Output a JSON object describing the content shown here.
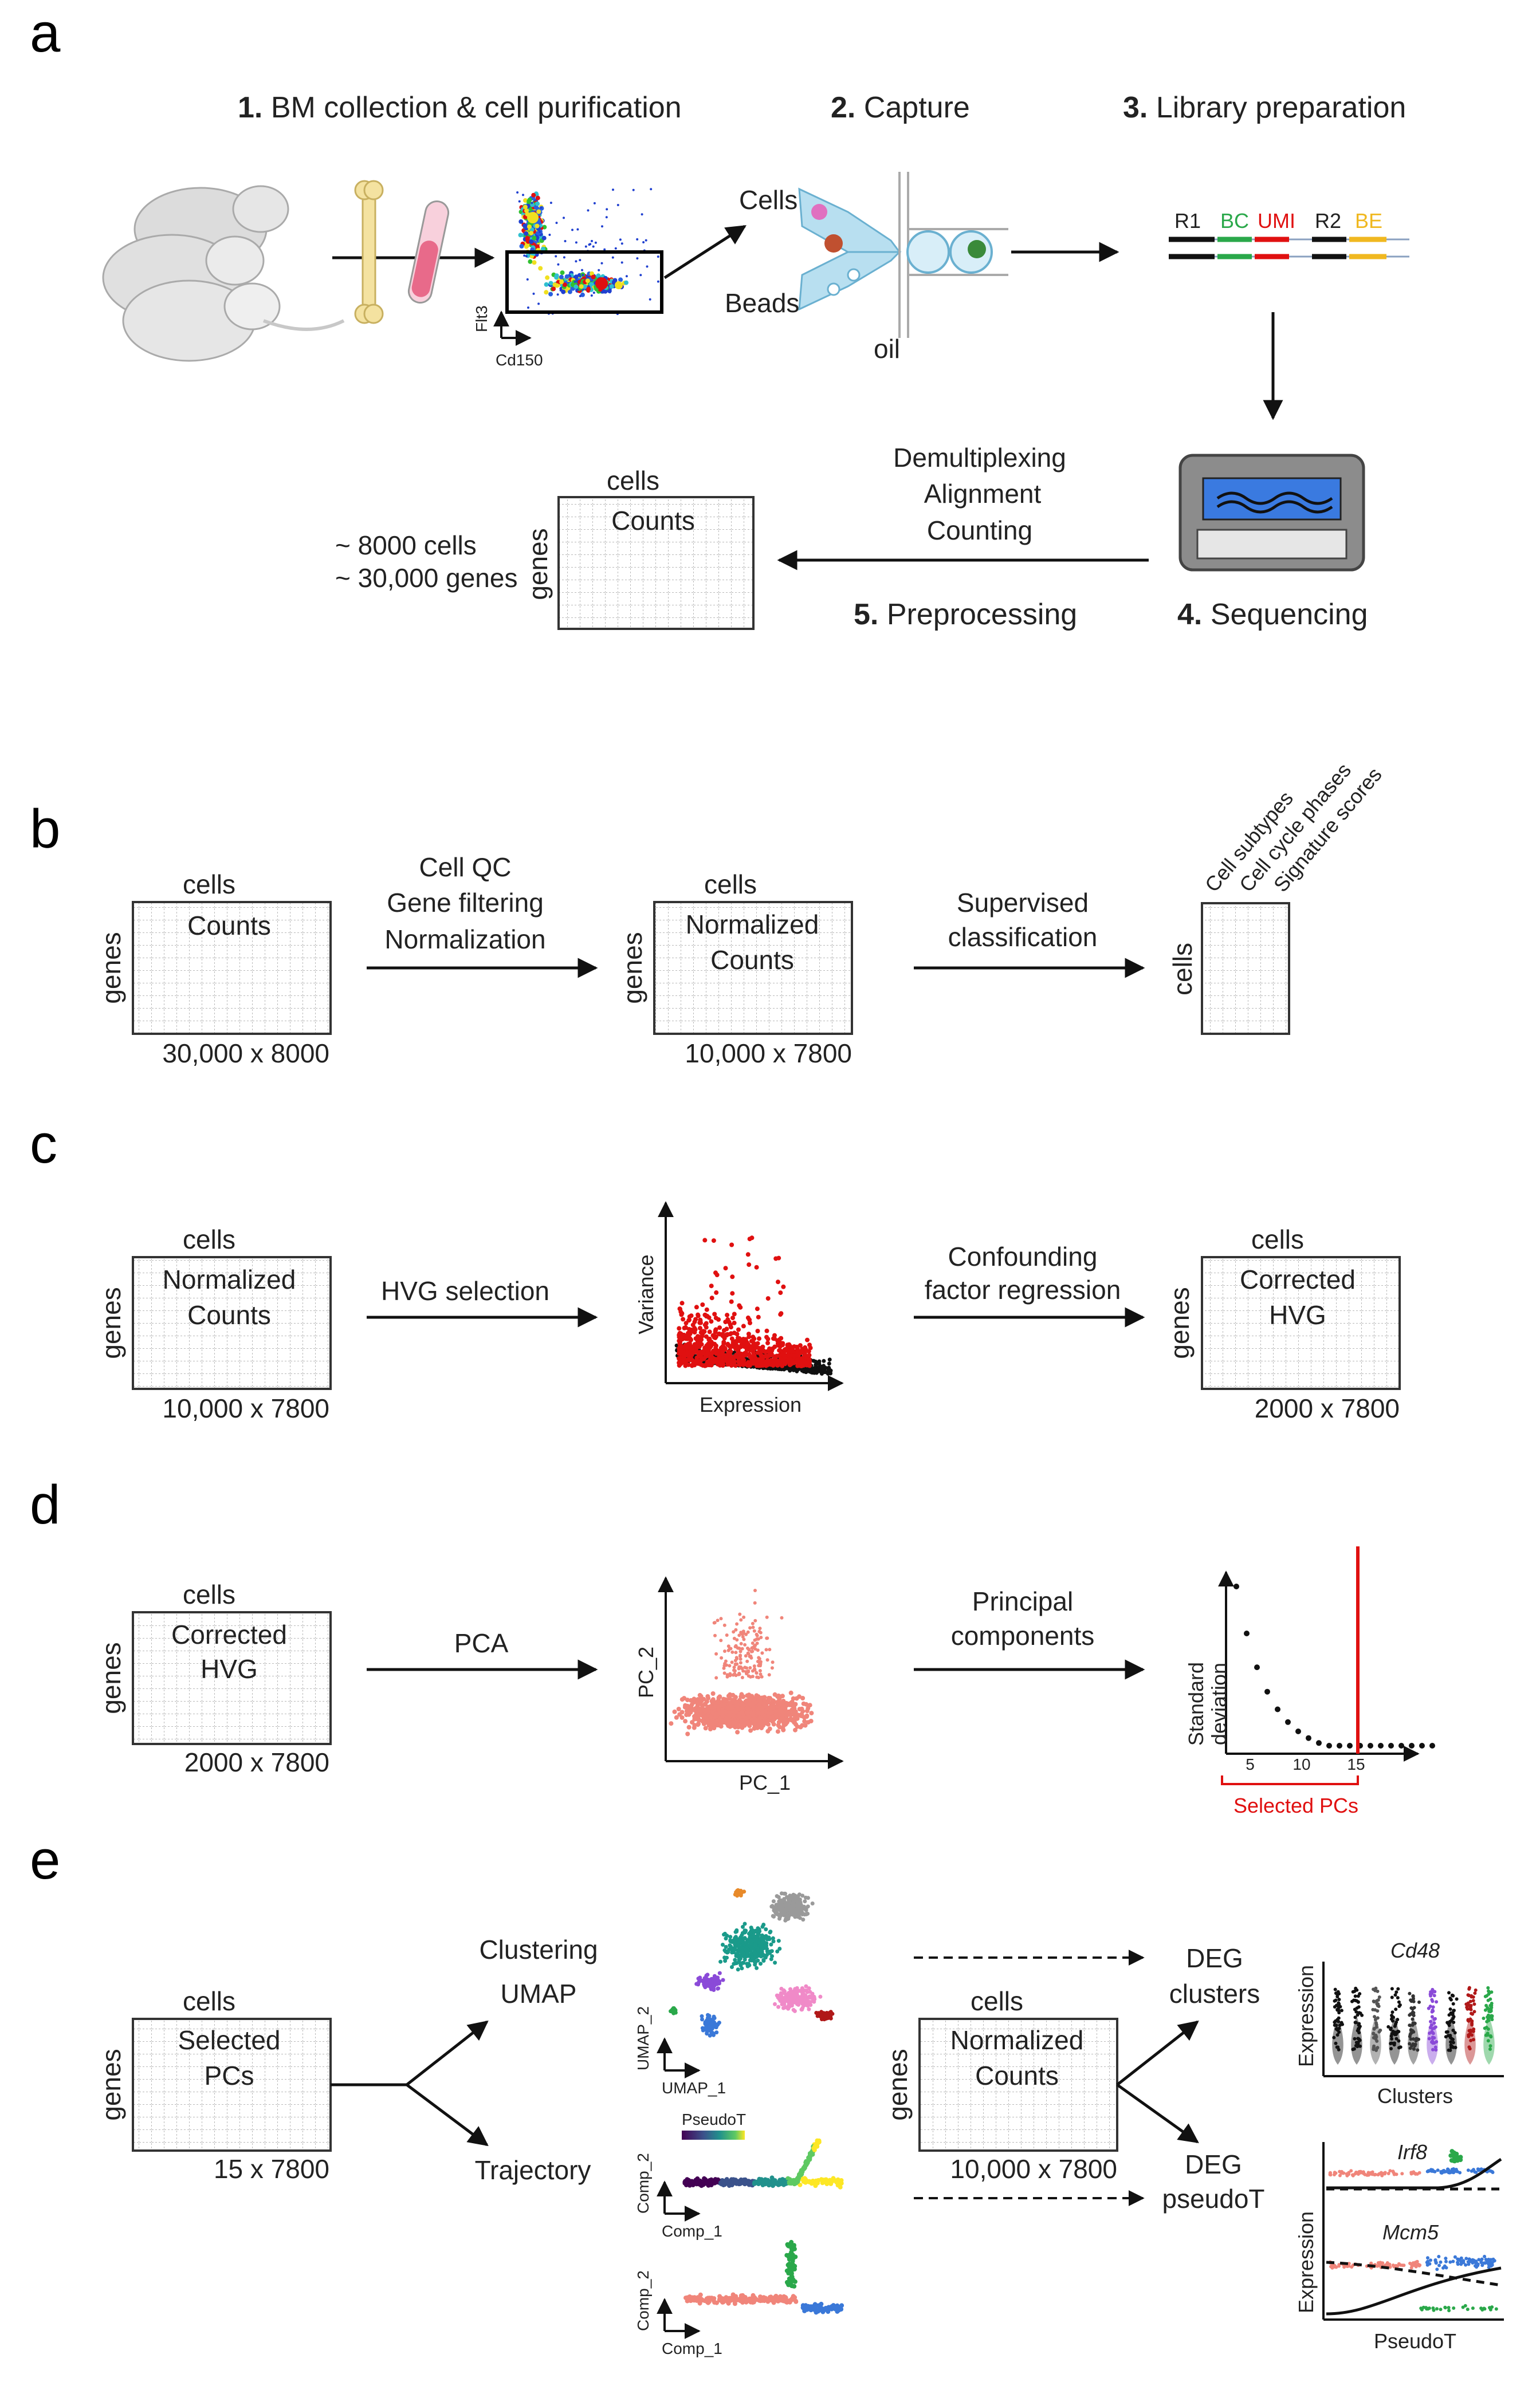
{
  "panels": [
    "a",
    "b",
    "c",
    "d",
    "e"
  ],
  "panel_a": {
    "step1": "BM collection & cell purification",
    "step1_num": "1.",
    "step2": "Capture",
    "step2_num": "2.",
    "step3": "Library preparation",
    "step3_num": "3.",
    "step4": "Sequencing",
    "step4_num": "4.",
    "step5": "Preprocessing",
    "step5_num": "5.",
    "facs_y": "Flt3",
    "facs_x": "Cd150",
    "cells": "Cells",
    "beads": "Beads",
    "oil": "oil",
    "read_labels": [
      "R1",
      "BC",
      "UMI",
      "R2",
      "BE"
    ],
    "preproc_lines": [
      "Demultiplexing",
      "Alignment",
      "Counting"
    ],
    "matrix_top": "cells",
    "matrix_side": "genes",
    "matrix_title": "Counts",
    "totals": [
      "~ 8000 cells",
      "~ 30,000 genes"
    ]
  },
  "panel_b": {
    "m1": {
      "top": "cells",
      "side": "genes",
      "title": [
        "Counts"
      ],
      "dims": "30,000 x 8000"
    },
    "arrow1": [
      "Cell QC",
      "Gene filtering",
      "Normalization"
    ],
    "m2": {
      "top": "cells",
      "side": "genes",
      "title": [
        "Normalized",
        "Counts"
      ],
      "dims": "10,000 x 7800"
    },
    "arrow2": [
      "Supervised",
      "classification"
    ],
    "m3": {
      "side": "cells",
      "cols": [
        "Cell subtypes",
        "Cell cycle phases",
        "Signature scores"
      ]
    }
  },
  "panel_c": {
    "m1": {
      "top": "cells",
      "side": "genes",
      "title": [
        "Normalized",
        "Counts"
      ],
      "dims": "10,000 x 7800"
    },
    "arrow1": [
      "HVG selection"
    ],
    "plot": {
      "xlabel": "Expression",
      "ylabel": "Variance"
    },
    "arrow2": [
      "Confounding",
      "factor regression"
    ],
    "m2": {
      "top": "cells",
      "side": "genes",
      "title": [
        "Corrected",
        "HVG"
      ],
      "dims": "2000 x 7800"
    }
  },
  "panel_d": {
    "m1": {
      "top": "cells",
      "side": "genes",
      "title": [
        "Corrected",
        "HVG"
      ],
      "dims": "2000 x 7800"
    },
    "arrow1": [
      "PCA"
    ],
    "pca": {
      "xlabel": "PC_1",
      "ylabel": "PC_2"
    },
    "arrow2": [
      "Principal",
      "components"
    ],
    "elbow": {
      "ylabel": [
        "Standard",
        "deviation"
      ],
      "ticks": [
        "5",
        "10",
        "15"
      ],
      "selected": "Selected PCs"
    }
  },
  "panel_e": {
    "m1": {
      "top": "cells",
      "side": "genes",
      "title": [
        "Selected",
        "PCs"
      ],
      "dims": "15 x 7800"
    },
    "branch_top": [
      "Clustering",
      "UMAP"
    ],
    "branch_bottom": [
      "Trajectory"
    ],
    "umap": {
      "xlabel": "UMAP_1",
      "ylabel": "UMAP_2"
    },
    "traj1": {
      "xlabel": "Comp_1",
      "ylabel": "Comp_2",
      "legend": "PseudoT"
    },
    "traj2": {
      "xlabel": "Comp_1",
      "ylabel": "Comp_2"
    },
    "m2": {
      "top": "cells",
      "side": "genes",
      "title": [
        "Normalized",
        "Counts"
      ],
      "dims": "10,000 x 7800"
    },
    "deg_top": [
      "DEG",
      "clusters"
    ],
    "deg_bottom": [
      "DEG",
      "pseudoT"
    ],
    "violin": {
      "gene": "Cd48",
      "ylabel": "Expression",
      "xlabel": "Clusters"
    },
    "pseudo": {
      "genes": [
        "Irf8",
        "Mcm5"
      ],
      "ylabel": "Expression",
      "xlabel": "PseudoT"
    }
  },
  "colors": {
    "red": "#e01010",
    "salmon": "#f0857a",
    "teal": "#1a9a8a",
    "grey": "#9a9a9a",
    "pink": "#f08ac8",
    "purple": "#8a4ad8",
    "blue": "#3a78d8",
    "green": "#2aa84a",
    "dark_red": "#b01818",
    "orange": "#e88a2a"
  }
}
